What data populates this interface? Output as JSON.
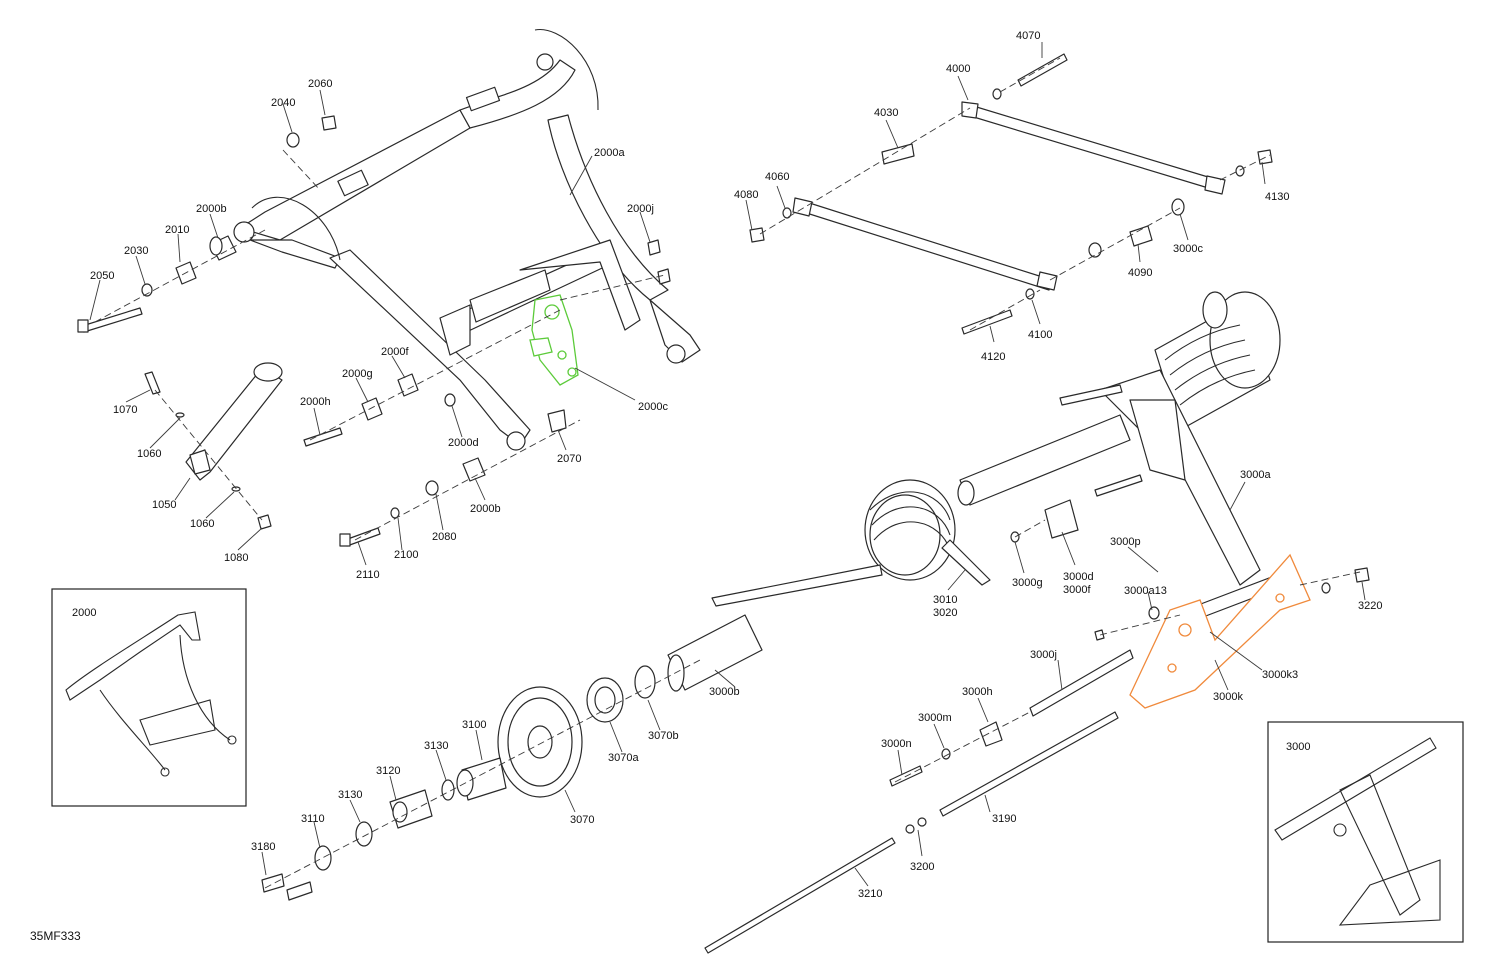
{
  "figure_code": "35MF333",
  "highlight_colors": {
    "green": "#5ccb3a",
    "orange": "#f08a3c"
  },
  "insets": {
    "left": "2000",
    "right": "3000"
  },
  "callouts": {
    "c4070": "4070",
    "c4000": "4000",
    "c4030": "4030",
    "c4060": "4060",
    "c4080": "4080",
    "c4130": "4130",
    "c3000c": "3000c",
    "c4090": "4090",
    "c4100": "4100",
    "c4120": "4120",
    "c2060": "2060",
    "c2040": "2040",
    "c2000a": "2000a",
    "c2000b_top": "2000b",
    "c2000j": "2000j",
    "c2010": "2010",
    "c2030": "2030",
    "c2050": "2050",
    "c2000c": "2000c",
    "c2000f": "2000f",
    "c2000g": "2000g",
    "c2000h": "2000h",
    "c2000d": "2000d",
    "c2070": "2070",
    "c2000b_bottom": "2000b",
    "c2080": "2080",
    "c2100": "2100",
    "c2110": "2110",
    "c1070": "1070",
    "c1060_top": "1060",
    "c1050": "1050",
    "c1060_bottom": "1060",
    "c1080": "1080",
    "c3000a": "3000a",
    "c3000p": "3000p",
    "c3000g": "3000g",
    "c3000d": "3000d",
    "c3000f": "3000f",
    "c3010": "3010",
    "c3020": "3020",
    "c3000a13": "3000a13",
    "c3220": "3220",
    "c3000k3": "3000k3",
    "c3000k": "3000k",
    "c3000j": "3000j",
    "c3000h": "3000h",
    "c3000m": "3000m",
    "c3000n": "3000n",
    "c3190": "3190",
    "c3200": "3200",
    "c3210": "3210",
    "c3000b": "3000b",
    "c3070b": "3070b",
    "c3070a": "3070a",
    "c3070": "3070",
    "c3100": "3100",
    "c3130_top": "3130",
    "c3120": "3120",
    "c3130_bottom": "3130",
    "c3110": "3110",
    "c3180": "3180"
  }
}
